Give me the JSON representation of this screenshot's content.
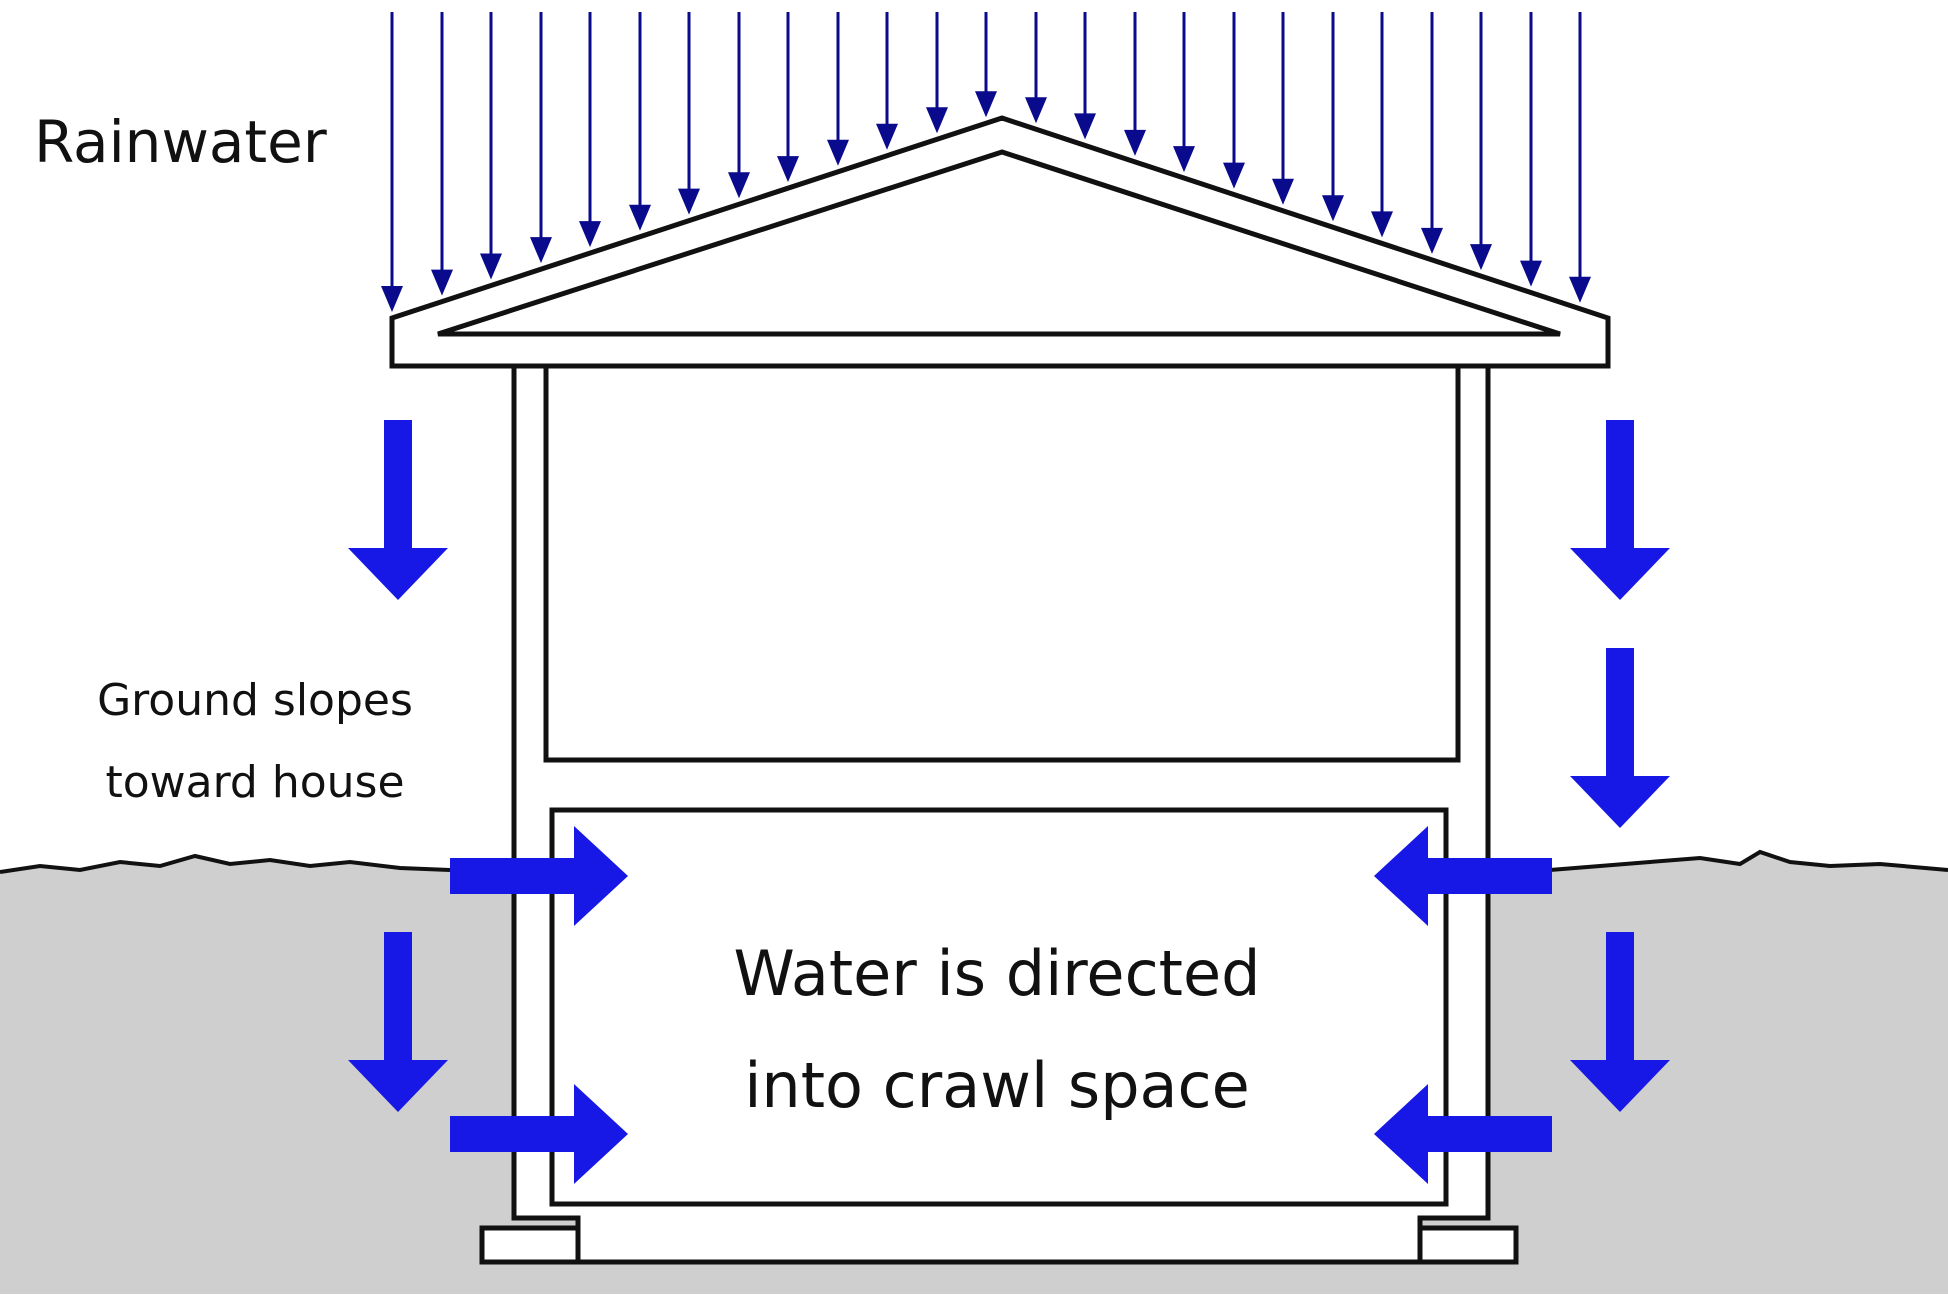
{
  "labels": {
    "rainwater": "Rainwater",
    "ground_line1": "Ground slopes",
    "ground_line2": "toward house",
    "crawl_line1": "Water is directed",
    "crawl_line2": "into crawl space"
  },
  "colors": {
    "rain": "#0a0a8c",
    "water_arrow": "#1818e6",
    "ground": "#cfcfcf",
    "outline": "#111111",
    "text": "#111111"
  }
}
